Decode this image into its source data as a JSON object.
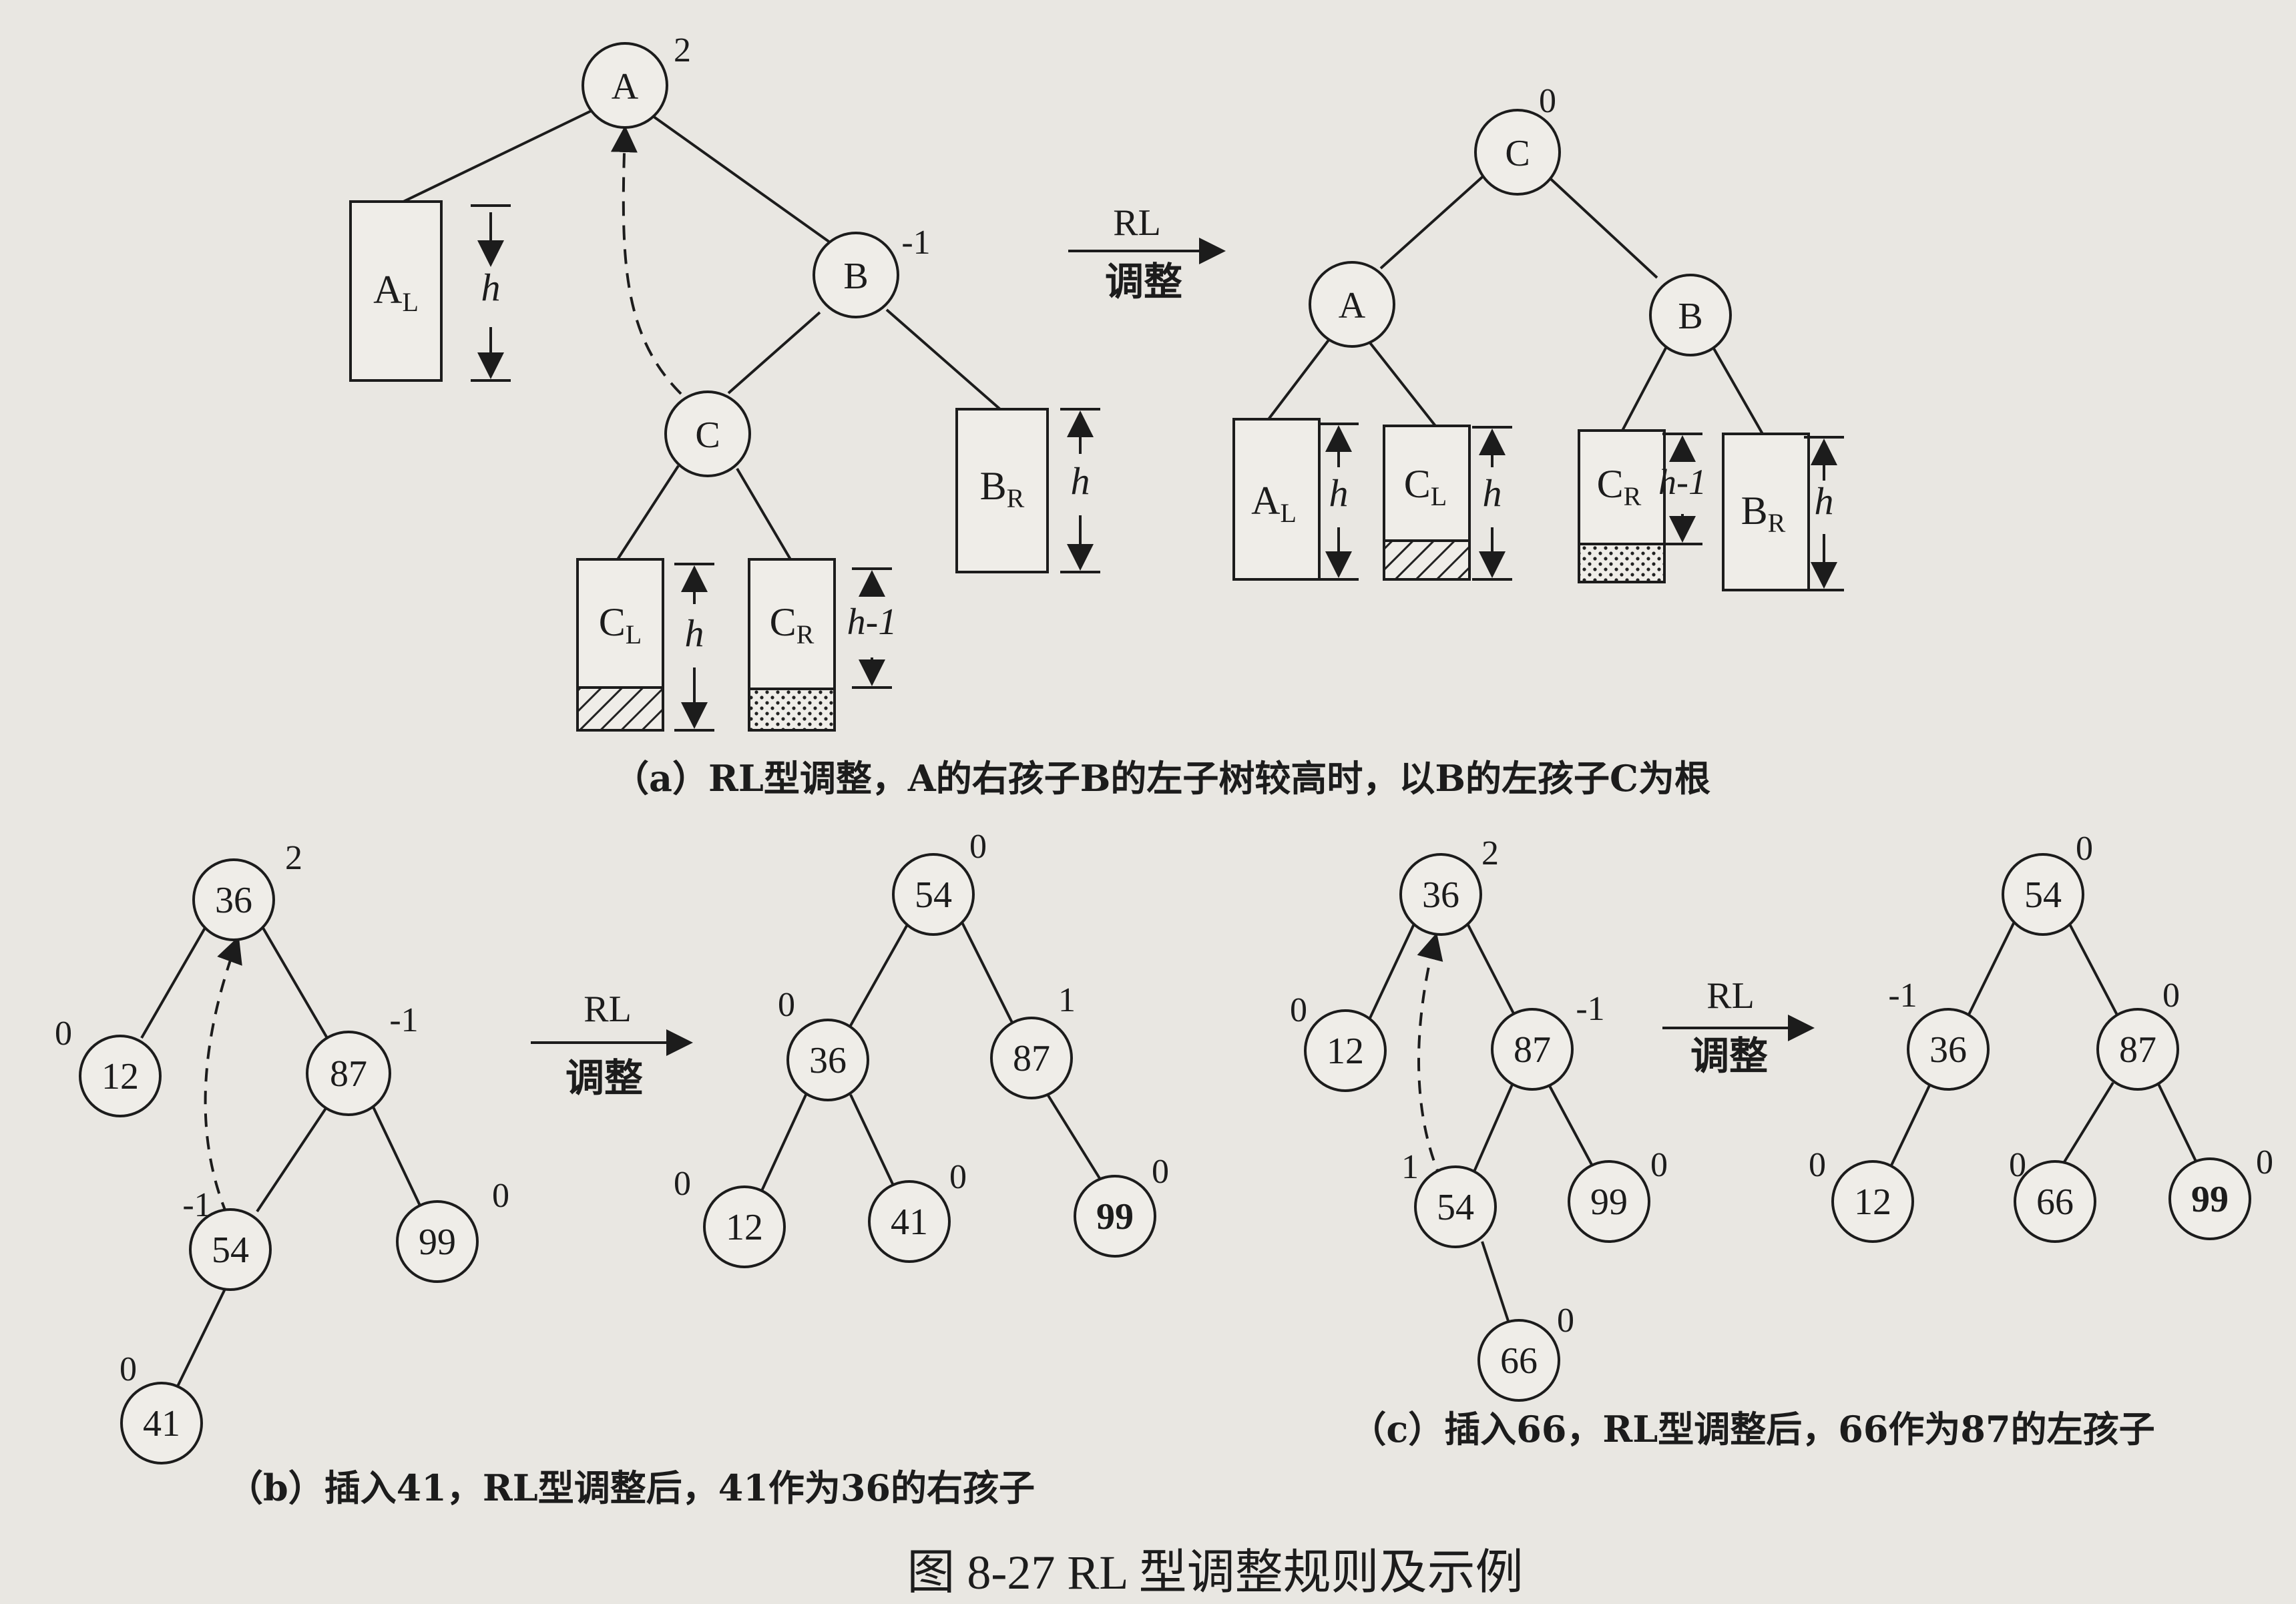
{
  "figure_title": "图 8-27   RL 型调整规则及示例",
  "rl_label": "RL",
  "adjust_label": "调整",
  "panel_a": {
    "caption": "（a）RL型调整，A的右孩子B的左子树较高时，以B的左孩子C为根",
    "before": {
      "node_A": "A",
      "bf_A": "2",
      "node_B": "B",
      "bf_B": "-1",
      "node_C": "C",
      "sub_AL": "A",
      "sub_AL_sub": "L",
      "sub_BR": "B",
      "sub_BR_sub": "R",
      "sub_CL": "C",
      "sub_CL_sub": "L",
      "sub_CR": "C",
      "sub_CR_sub": "R",
      "h1": "h",
      "h2": "h",
      "h3": "h",
      "hm1": "h-1"
    },
    "after": {
      "node_C": "C",
      "bf_C": "0",
      "node_A": "A",
      "node_B": "B",
      "sub_AL": "A",
      "sub_AL_sub": "L",
      "sub_CL": "C",
      "sub_CL_sub": "L",
      "sub_CR": "C",
      "sub_CR_sub": "R",
      "sub_BR": "B",
      "sub_BR_sub": "R",
      "h1": "h",
      "h2": "h",
      "hm1": "h-1",
      "h3": "h"
    }
  },
  "panel_b": {
    "caption": "（b）插入41，RL型调整后，41作为36的右孩子",
    "before": {
      "n36": "36",
      "bf36": "2",
      "n12": "12",
      "bf12": "0",
      "n87": "87",
      "bf87": "-1",
      "n54": "54",
      "bf54": "-1",
      "n99": "99",
      "bf99": "0",
      "n41": "41",
      "bf41": "0"
    },
    "after": {
      "n54": "54",
      "bf54": "0",
      "n36": "36",
      "bf36": "0",
      "n87": "87",
      "bf87": "1",
      "n12": "12",
      "bf12": "0",
      "n41": "41",
      "bf41": "0",
      "n99": "99",
      "bf99": "0"
    }
  },
  "panel_c": {
    "caption": "（c）插入66，RL型调整后，66作为87的左孩子",
    "before": {
      "n36": "36",
      "bf36": "2",
      "n12": "12",
      "bf12": "0",
      "n87": "87",
      "bf87": "-1",
      "n54": "54",
      "bf54": "1",
      "n99": "99",
      "bf99": "0",
      "n66": "66",
      "bf66": "0"
    },
    "after": {
      "n54": "54",
      "bf54": "0",
      "n36": "36",
      "bf36": "-1",
      "n87": "87",
      "bf87": "0",
      "n12": "12",
      "bf12": "0",
      "n66": "66",
      "bf66": "0",
      "n99": "99",
      "bf99": "0"
    }
  }
}
